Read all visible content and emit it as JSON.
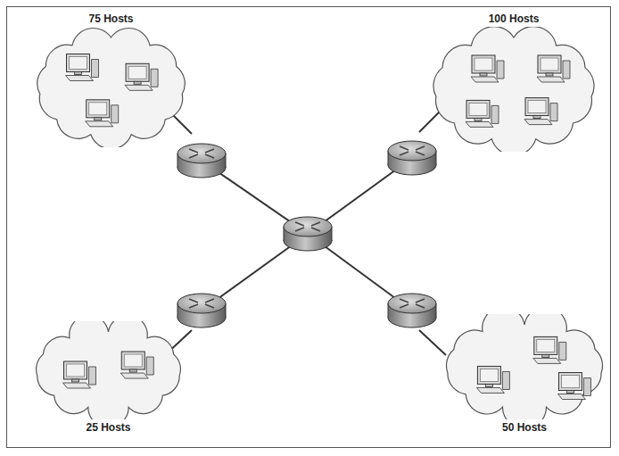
{
  "diagram": {
    "nodes": [
      {
        "text": [
          "75 Hosts"
        ]
      },
      {
        "text": [
          "100 Hosts"
        ]
      },
      {
        "text": [
          "25 Hosts"
        ]
      },
      {
        "text": [
          "50 Hosts"
        ]
      }
    ]
  }
}
